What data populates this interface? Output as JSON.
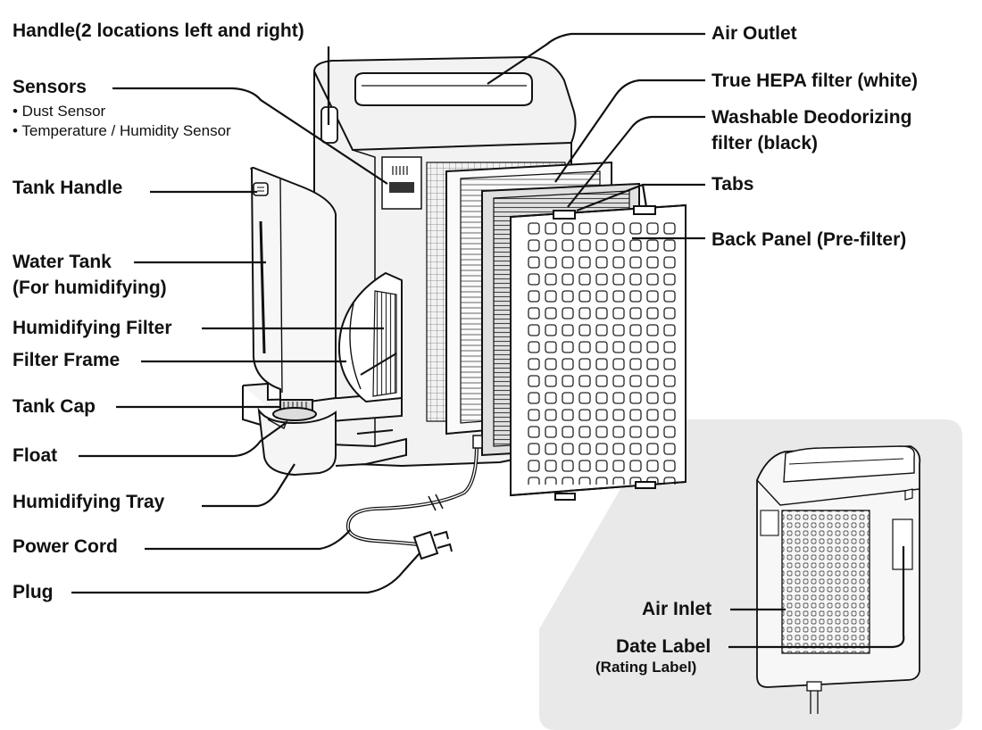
{
  "labels": {
    "handle": "Handle(2 locations left and right)",
    "sensors": "Sensors",
    "sensor_items": [
      "• Dust Sensor",
      "• Temperature / Humidity Sensor"
    ],
    "tank_handle": "Tank Handle",
    "water_tank_1": "Water Tank",
    "water_tank_2": "(For humidifying)",
    "humidifying_filter": "Humidifying Filter",
    "filter_frame": "Filter Frame",
    "tank_cap": "Tank Cap",
    "float": "Float",
    "humidifying_tray": "Humidifying Tray",
    "power_cord": "Power Cord",
    "plug": "Plug",
    "air_outlet": "Air Outlet",
    "hepa_filter": "True HEPA filter (white)",
    "deodorizing_1": "Washable Deodorizing",
    "deodorizing_2": "filter (black)",
    "tabs": "Tabs",
    "back_panel": "Back Panel (Pre-filter)",
    "air_inlet": "Air Inlet",
    "date_label": "Date Label",
    "rating_label": "(Rating Label)"
  },
  "colors": {
    "line": "#111111",
    "inset_bg": "#e9e9e9",
    "body_fill": "#f2f2f2"
  }
}
